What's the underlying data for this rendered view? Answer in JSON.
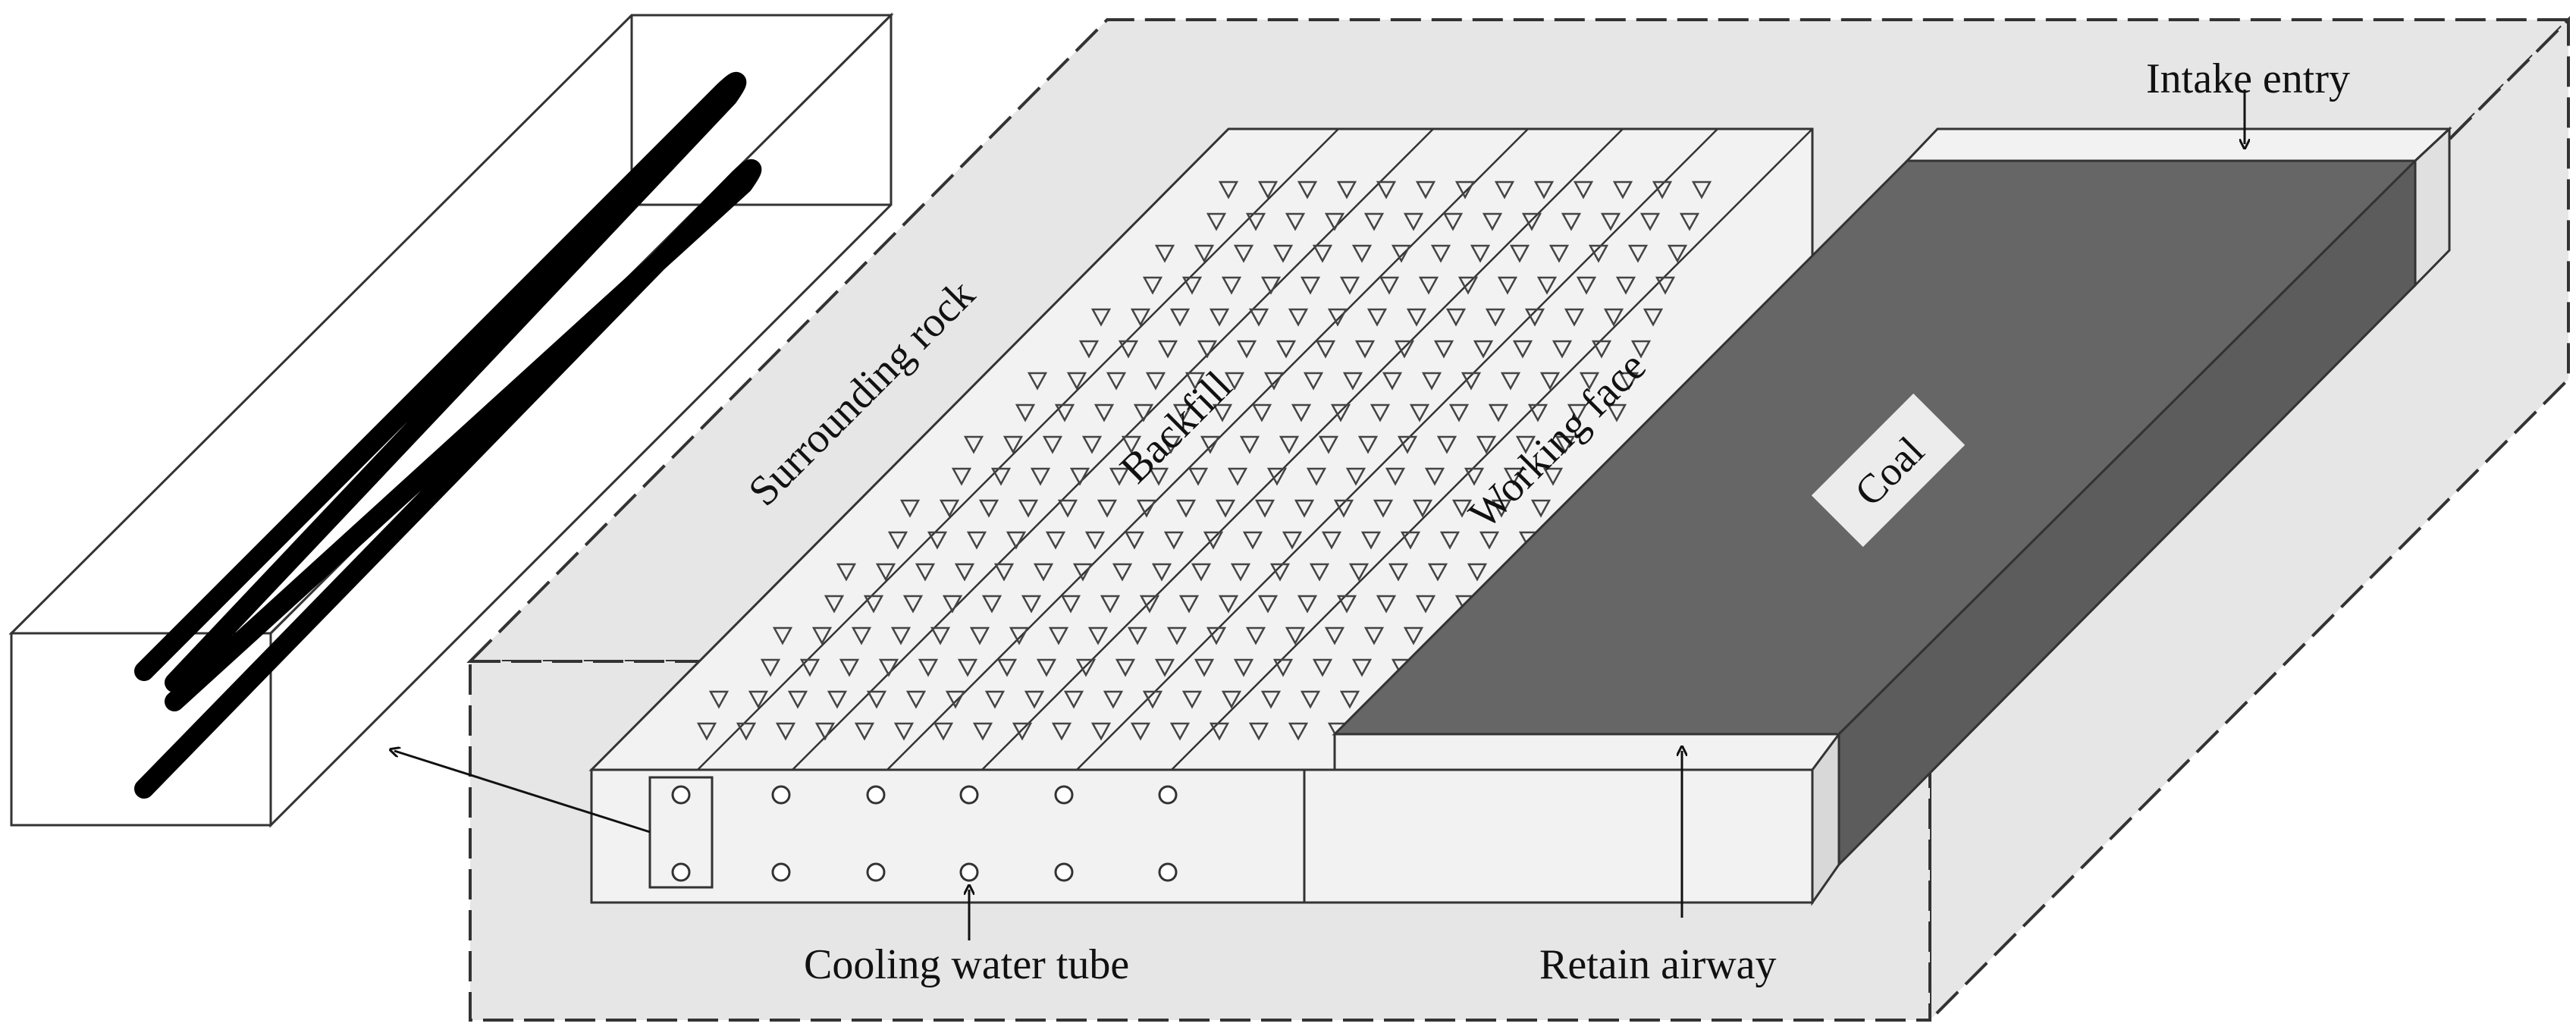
{
  "labels": {
    "surrounding_rock": "Surrounding rock",
    "backfill": "Backfill",
    "working_face": "Working face",
    "coal": "Coal",
    "intake_entry": "Intake entry",
    "retain_airway": "Retain airway",
    "cooling_water_tube": "Cooling water tube"
  },
  "colors": {
    "rock": "#e6e6e6",
    "coal": "#666666",
    "coal_side": "#5a5a5a",
    "stroke": "#333333",
    "tube": "#000000",
    "light": "#f2f2f2",
    "background": "#ffffff"
  },
  "icons": {
    "fill_marker": "triangle-down",
    "tube_section": "circle"
  }
}
